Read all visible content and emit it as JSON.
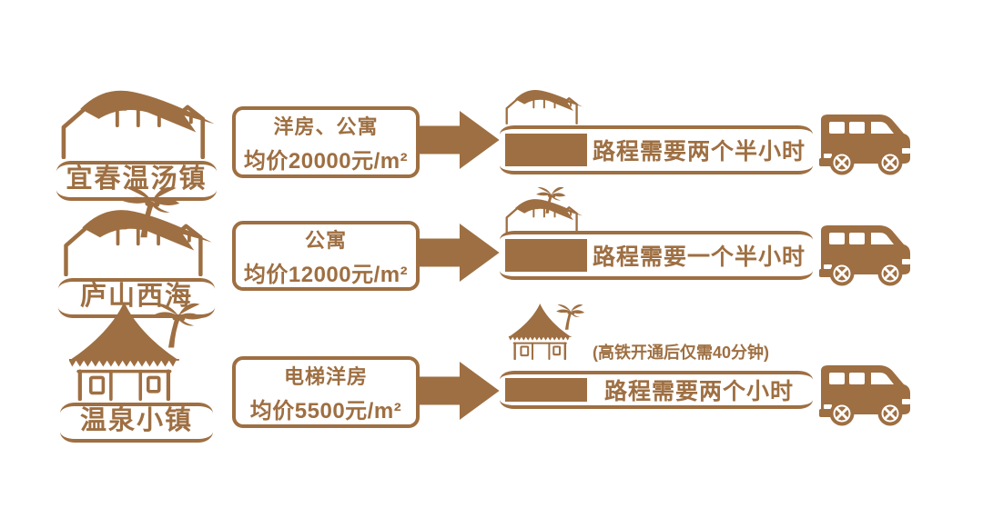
{
  "colors": {
    "brand": "#9E6F42",
    "background": "#FFFFFF"
  },
  "rows": [
    {
      "location": {
        "label": "宜春温汤镇",
        "icon": "house-icon"
      },
      "price_box": {
        "line1": "洋房、公寓",
        "line2": "均价20000元/m²"
      },
      "arrow_icon": "right-arrow-icon",
      "destination": {
        "icon": "house-icon",
        "note": "",
        "travel_time": "路程需要两个半小时"
      },
      "vehicle_icon": "van-icon"
    },
    {
      "location": {
        "label": "庐山西海",
        "icon": "house-palm-icon"
      },
      "price_box": {
        "line1": "公寓",
        "line2": "均价12000元/m²"
      },
      "arrow_icon": "right-arrow-icon",
      "destination": {
        "icon": "house-palm-icon",
        "note": "",
        "travel_time": "路程需要一个半小时"
      },
      "vehicle_icon": "van-icon"
    },
    {
      "location": {
        "label": "温泉小镇",
        "icon": "hut-palm-icon"
      },
      "price_box": {
        "line1": "电梯洋房",
        "line2": "均价5500元/m²"
      },
      "arrow_icon": "right-arrow-icon",
      "destination": {
        "icon": "hut-palm-icon",
        "note": "(高铁开通后仅需40分钟)",
        "travel_time": "路程需要两个小时"
      },
      "vehicle_icon": "van-icon"
    }
  ]
}
